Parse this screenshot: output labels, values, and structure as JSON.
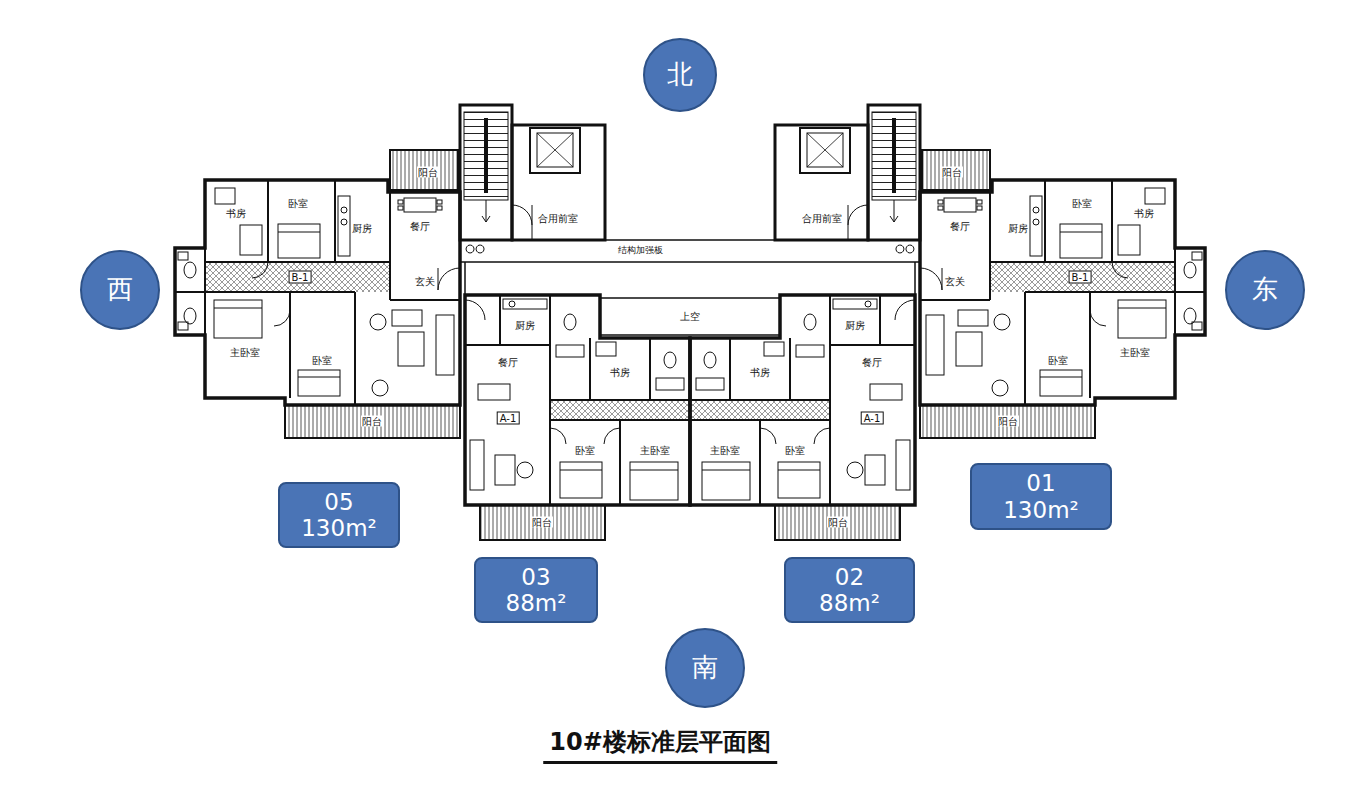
{
  "diagram": {
    "title": "10#楼标准层平面图",
    "nodes": [
      {
        "text": [
          "北"
        ]
      },
      {
        "text": [
          "西"
        ]
      },
      {
        "text": [
          "东"
        ]
      },
      {
        "text": [
          "01",
          "130m²"
        ]
      },
      {
        "text": [
          "05",
          "130m²"
        ]
      },
      {
        "text": [
          "03",
          "88m²"
        ]
      },
      {
        "text": [
          "02",
          "88m²"
        ]
      },
      {
        "text": [
          "南"
        ]
      }
    ],
    "labels": [
      "阳台",
      "合用前室",
      "合用前室",
      "阳台",
      "卧室",
      "书房",
      "厨房",
      "餐厅",
      "餐厅",
      "厨房",
      "卧室",
      "书房",
      "结构加强板",
      "B-1",
      "玄关",
      "玄关",
      "B-1",
      "上空",
      "厨房",
      "厨房",
      "餐厅",
      "餐厅",
      "书房",
      "书房",
      "主卧室",
      "卧室",
      "卧室",
      "主卧室",
      "A-1",
      "A-1",
      "阳台",
      "阳台",
      "卧室",
      "主卧室",
      "主卧室",
      "卧室",
      "阳台",
      "阳台"
    ]
  }
}
